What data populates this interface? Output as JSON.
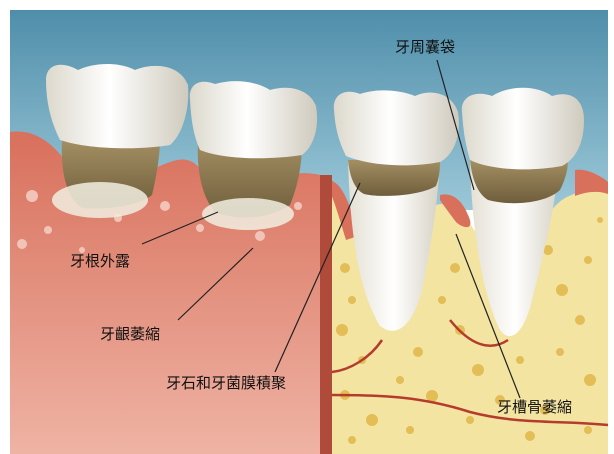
{
  "labels": {
    "pocket": "牙周囊袋",
    "root_exposure": "牙根外露",
    "gum_recession": "牙齦萎縮",
    "calculus_plaque": "牙石和牙菌膜積聚",
    "bone_loss": "牙槽骨萎縮"
  },
  "colors": {
    "sky": "#7fb0c8",
    "gum": "#d76e5a",
    "gum_light": "#efb0a2",
    "bone": "#f3e3a0",
    "bone_spot": "#e5bf55",
    "enamel": "#f6f4ec",
    "tartar": "#8f7a52",
    "leader": "#222222"
  }
}
